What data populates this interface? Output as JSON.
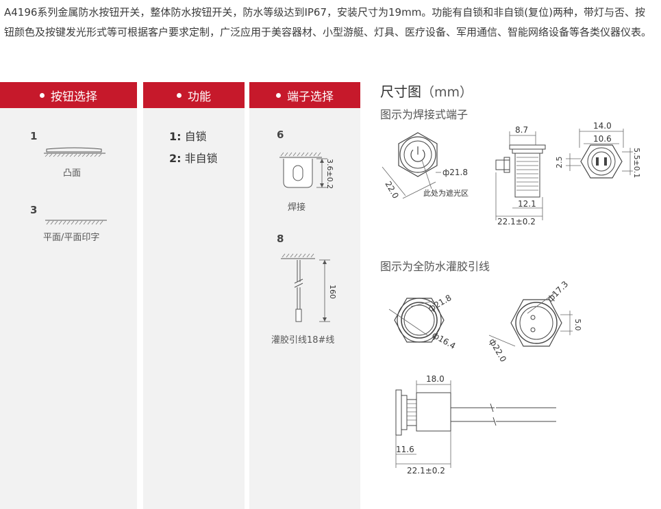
{
  "intro": "A4196系列金属防水按钮开关，整体防水按钮开关，防水等级达到IP67，安装尺寸为19mm。功能有自锁和非自锁(复位)两种，带灯与否、按钮颜色及按键发光形式等可根据客户要求定制，广泛应用于美容器材、小型游艇、灯具、医疗设备、军用通信、智能网络设备等各类仪器仪表。",
  "columns": {
    "button": {
      "header": "按钮选择",
      "items": [
        {
          "num": "1",
          "label": "凸面"
        },
        {
          "num": "3",
          "label": "平面/平面印字"
        }
      ]
    },
    "function": {
      "header": "功能",
      "items": [
        {
          "num": "1:",
          "label": "自锁"
        },
        {
          "num": "2:",
          "label": "非自锁"
        }
      ]
    },
    "terminal": {
      "header": "端子选择",
      "items": [
        {
          "num": "6",
          "label": "焊接",
          "dim": "3.6±0.2"
        },
        {
          "num": "8",
          "label": "灌胶引线18#线",
          "dim": "160"
        }
      ]
    }
  },
  "dimensions": {
    "title": "尺寸图",
    "unit": "（mm）",
    "section1": {
      "subtitle": "图示为焊接式端子",
      "labels": {
        "d21_8": "ф21.8",
        "d22": "22.0",
        "shade": "此处为遮光区",
        "w8_7": "8.7",
        "w12_1": "12.1",
        "w22_1": "22.1±0.2",
        "w14": "14.0",
        "w10_6": "10.6",
        "h2_5": "2.5",
        "h5_5": "5.5±0.1"
      }
    },
    "section2": {
      "subtitle": "图示为全防水灌胶引线",
      "labels": {
        "d21_8": "ф21.8",
        "d16_4": "ф16.4",
        "d17_3": "ф17.3",
        "d22": "ф22.0",
        "h5": "5.0",
        "w18": "18.0",
        "w11_6": "11.6",
        "w22_1": "22.1±0.2"
      }
    }
  }
}
